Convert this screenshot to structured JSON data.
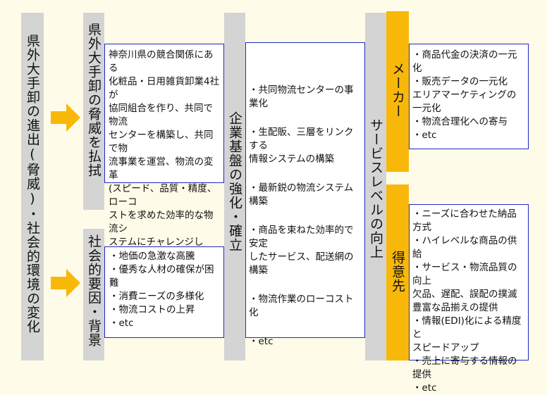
{
  "col1": {
    "label": "県外大手卸の進出(脅威)・社会的環境の変化"
  },
  "threat": {
    "label": "県外大手卸の脅威を払拭",
    "text": "神奈川県の競合関係にある\n化粧品・日用雑貨卸業4社が\n協同組合を作り、共同で物流\nセンターを構築し、共同で物\n流事業を運営、物流の変革\n(スピード、品質・精度、ローコ\nストを求めた効率的な物流シ\nステムにチャレンジした。"
  },
  "social": {
    "label": "社会的要因・背景",
    "items": [
      "・地価の急激な高騰",
      "・優秀な人材の確保が困難",
      "・消費ニーズの多様化",
      "・物流コストの上昇",
      "・etc"
    ]
  },
  "strengthen": {
    "label": "企業基盤の強化・確立",
    "items": [
      "・共同物流センターの事業化",
      "・生配販、三層をリンクする\n 情報システムの構築",
      "・最新鋭の物流システム構築",
      "・商品を束ねた効率的で安定\n したサービス、配送網の構築",
      "・物流作業のローコスト化",
      "・etc"
    ]
  },
  "service": {
    "label": "サービスレベルの向上"
  },
  "maker": {
    "label": "メーカー",
    "items": [
      "・商品代金の決済の一元化",
      "・販売データの一元化\n エリアマーケティングの\n 一元化",
      "・物流合理化への寄与",
      "・etc"
    ]
  },
  "customer": {
    "label": "得意先",
    "items": [
      "・ニーズに合わせた納品方式",
      "・ハイレベルな商品の供給",
      "・サービス・物流品質の向上\n 欠品、遅配、誤配の撲滅\n 豊富な品揃えの提供",
      "・情報(EDI)化による精度と\n スピードアップ",
      "・売上に寄与する情報の提供",
      "・etc"
    ]
  },
  "colors": {
    "accent": "#f8b80a",
    "border": "#1e28c8",
    "bar": "#d4d4d4"
  }
}
